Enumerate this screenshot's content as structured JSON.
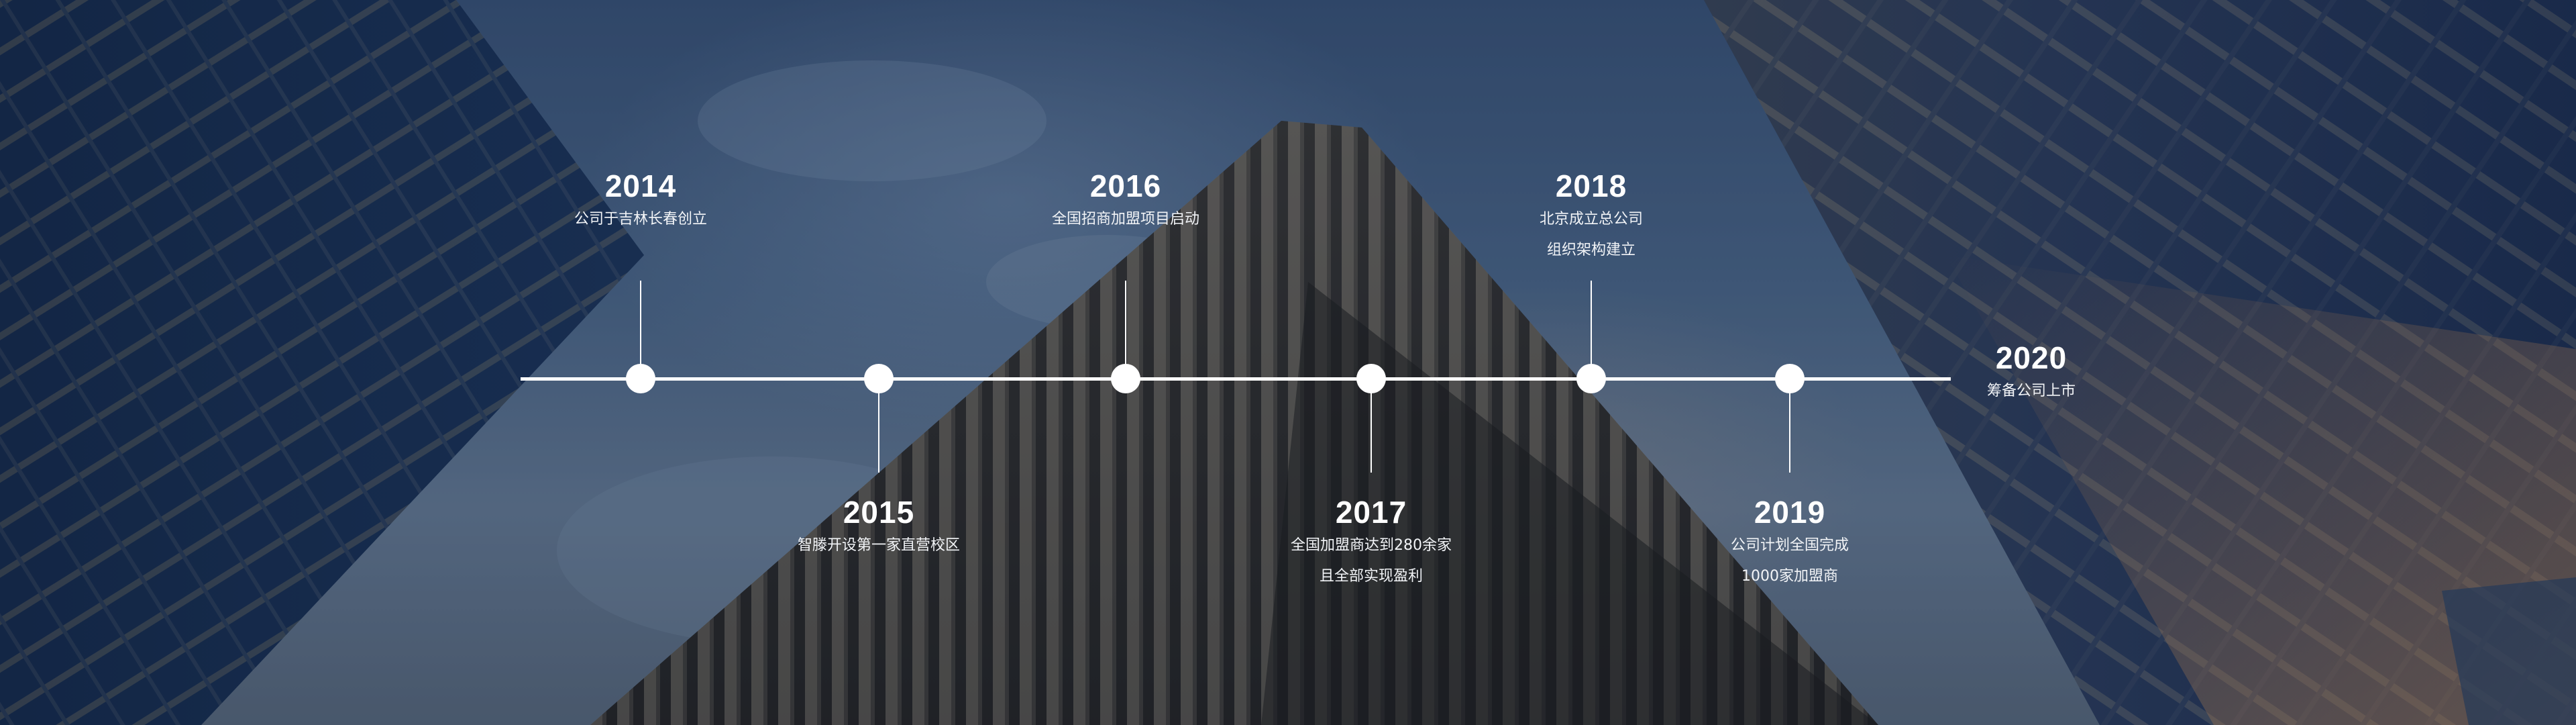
{
  "timeline": {
    "events": [
      {
        "year": "2014",
        "lines": [
          "公司于吉林长春创立"
        ]
      },
      {
        "year": "2015",
        "lines": [
          "智滕开设第一家直营校区"
        ]
      },
      {
        "year": "2016",
        "lines": [
          "全国招商加盟项目启动"
        ]
      },
      {
        "year": "2017",
        "lines": [
          "全国加盟商达到280余家",
          "且全部实现盈利"
        ]
      },
      {
        "year": "2018",
        "lines": [
          "北京成立总公司",
          "组织架构建立"
        ]
      },
      {
        "year": "2019",
        "lines": [
          "公司计划全国完成",
          "1000家加盟商"
        ]
      },
      {
        "year": "2020",
        "lines": [
          "筹备公司上市"
        ]
      }
    ]
  },
  "colors": {
    "line": "#ffffff",
    "text": "#ffffff"
  }
}
